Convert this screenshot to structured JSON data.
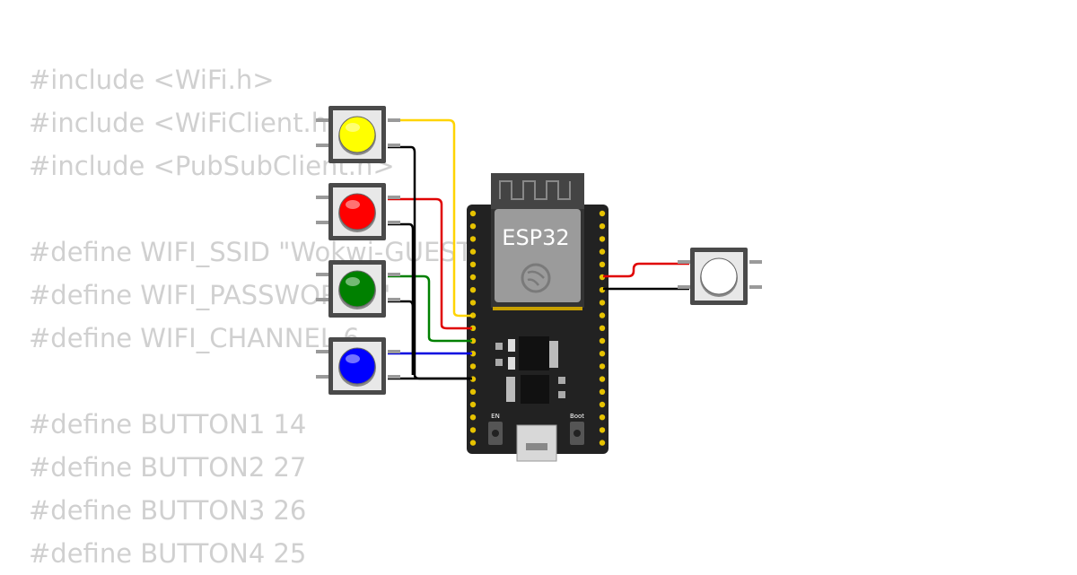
{
  "code_lines": [
    "#include <WiFi.h>",
    "#include <WiFiClient.h>",
    "#include <PubSubClient.h>",
    "",
    "#define WIFI_SSID \"Wokwi-GUEST\"",
    "#define WIFI_PASSWORD \"\"",
    "#define WIFI_CHANNEL 6",
    "",
    "#define BUTTON1 14",
    "#define BUTTON2 27",
    "#define BUTTON3 26",
    "#define BUTTON4 25"
  ],
  "board": {
    "label": "ESP32",
    "en_label": "EN",
    "boot_label": "Boot"
  },
  "buttons": [
    {
      "name": "yellow",
      "color": "#ffff00",
      "wire_color": "#ffd400"
    },
    {
      "name": "red",
      "color": "#ff0000",
      "wire_color": "#e00000"
    },
    {
      "name": "green",
      "color": "#008000",
      "wire_color": "#008000"
    },
    {
      "name": "blue",
      "color": "#0000ff",
      "wire_color": "#0000e0"
    },
    {
      "name": "white",
      "color": "#ffffff",
      "wire_color": "#e00000"
    }
  ],
  "colors": {
    "code_text": "#d0d0d0",
    "board": "#222222",
    "pin": "#e6c200"
  }
}
